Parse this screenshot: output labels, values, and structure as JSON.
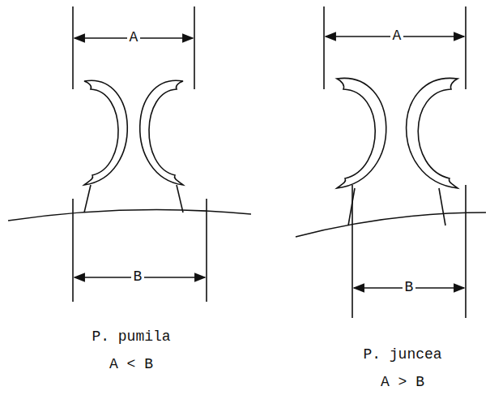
{
  "diagram": {
    "labels": [
      "A",
      "B",
      "P. pumila",
      "A < B",
      "A",
      "B",
      "P. juncea",
      "A > B"
    ]
  }
}
